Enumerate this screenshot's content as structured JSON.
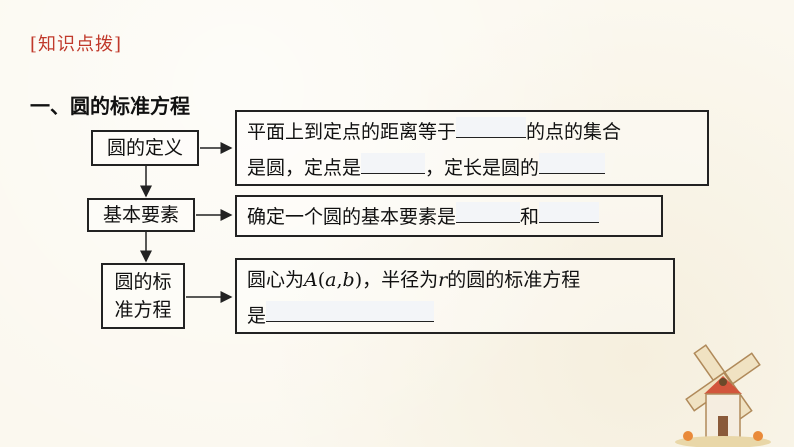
{
  "header": {
    "tag": "[知识点拨]"
  },
  "section": {
    "title": "一、圆的标准方程"
  },
  "rows": [
    {
      "label": "圆的定义",
      "line1_a": "平面上到定点的距离等于",
      "line1_b": "的点的集合",
      "line2_a": "是圆，定点是",
      "line2_b": "，定长是圆的"
    },
    {
      "label": "基本要素",
      "text_a": "确定一个圆的基本要素是",
      "text_b": "和"
    },
    {
      "label_line1": "圆的标",
      "label_line2": "准方程",
      "line1_a": "圆心为",
      "A": "A",
      "paren_open": "(",
      "a": "a",
      "comma": ",",
      "b": "b",
      "paren_close": ")",
      "line1_b": "，半径为",
      "r": "r",
      "line1_c": "的圆的标准方程",
      "line2": "是"
    }
  ]
}
